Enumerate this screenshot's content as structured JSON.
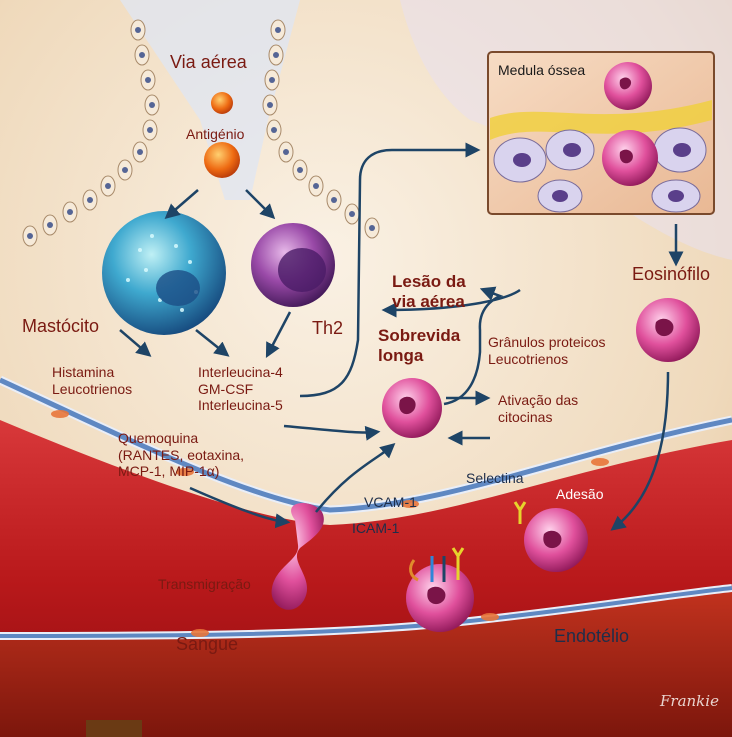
{
  "labels": {
    "airway": "Via aérea",
    "antigen": "Antigénio",
    "mast_cell": "Mastócito",
    "th2": "Th2",
    "mast_mediators": [
      "Histamina",
      "Leucotrienos"
    ],
    "th2_mediators": [
      "Interleucina-4",
      "GM-CSF",
      "Interleucina-5"
    ],
    "bone_marrow": "Medula óssea",
    "eosinophil": "Eosinófilo",
    "airway_injury": [
      "Lesão da",
      "via aérea"
    ],
    "long_survival": [
      "Sobrevida",
      "longa"
    ],
    "granules": [
      "Grânulos proteicos",
      "Leucotrienos"
    ],
    "cytokine_activation": [
      "Ativação das",
      "citocinas"
    ],
    "chemokine": [
      "Quemoquina",
      "(RANTES, eotaxina,",
      "MCP-1, MIP-1α)"
    ],
    "selectin": "Selectina",
    "adhesion": "Adesão",
    "vcam": "VCAM-1",
    "icam": "ICAM-1",
    "transmigration": "Transmigração",
    "blood": "Sangue",
    "endothelium": "Endotélio"
  },
  "signature": "Frankie",
  "colors": {
    "label": "#7a1a12",
    "arrow": "#1e4466",
    "eosinophil": "#d4307e",
    "mast_cell": "#2b86b8",
    "th2": "#7d3c92",
    "blood": "#b8181a",
    "vessel_wall": "#5f88c2"
  }
}
